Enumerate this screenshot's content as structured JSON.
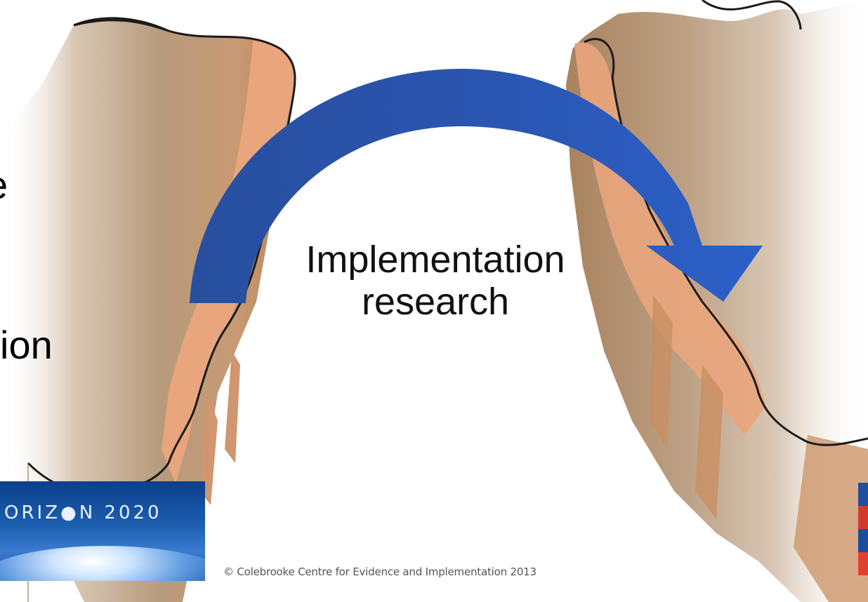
{
  "left_text": {
    "line_1_fragment": "e",
    "line_2_fragment": "ion"
  },
  "diagram": {
    "caption_line_1": "Implementation",
    "caption_line_2": "research",
    "arrow_color": "#2a55b0"
  },
  "footer": {
    "copyright": "© Colebrooke Centre for Evidence and Implementation 2013"
  },
  "logo": {
    "wordmark": "ORIZ●N 2020"
  },
  "colors": {
    "cliff_face": "#e9a57c",
    "cliff_outline": "#1a1a1a",
    "arrow": "#2a55b0"
  }
}
